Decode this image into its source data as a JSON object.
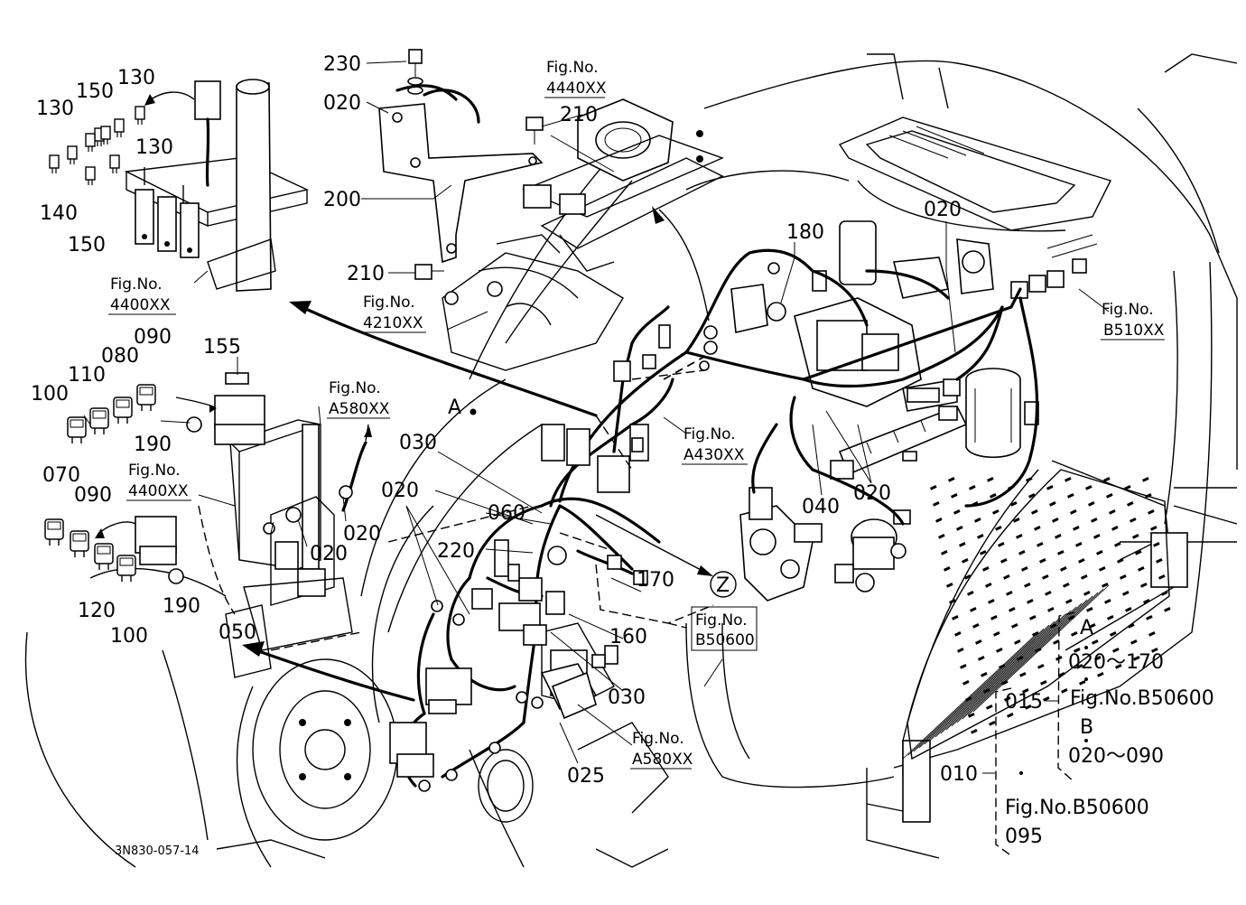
{
  "drawing_code": "3N830-057-14",
  "callouts": {
    "c130a": "130",
    "c130b": "130",
    "c130c": "130",
    "c150a": "150",
    "c150b": "150",
    "c140": "140",
    "c230": "230",
    "c020_top": "020",
    "c200": "200",
    "c210a": "210",
    "c210b": "210",
    "c180": "180",
    "c020_tr": "020",
    "c155": "155",
    "c090a": "090",
    "c080": "080",
    "c110": "110",
    "c100a": "100",
    "c190a": "190",
    "c070": "070",
    "c090b": "090",
    "c120": "120",
    "c100b": "100",
    "c190b": "190",
    "c050": "050",
    "c020_m1": "020",
    "c020_m2": "020",
    "c030a": "030",
    "c020_m3": "020",
    "c060": "060",
    "c220": "220",
    "c170": "170",
    "c160": "160",
    "c030b": "030",
    "c025": "025",
    "c040": "040",
    "c020_m4": "020"
  },
  "view_markers": {
    "a": "A",
    "z": "Z"
  },
  "fig_refs": {
    "f4440": {
      "prefix": "Fig.No.",
      "code": "4440XX"
    },
    "f4400a": {
      "prefix": "Fig.No.",
      "code": "4400XX"
    },
    "f4210": {
      "prefix": "Fig.No.",
      "code": "4210XX"
    },
    "fB510": {
      "prefix": "Fig.No.",
      "code": "B510XX"
    },
    "fA580a": {
      "prefix": "Fig.No.",
      "code": "A580XX"
    },
    "f4400b": {
      "prefix": "Fig.No.",
      "code": "4400XX"
    },
    "fA430": {
      "prefix": "Fig.No.",
      "code": "A430XX"
    },
    "fB50600": {
      "prefix": "Fig.No.",
      "code": "B50600"
    },
    "fA580b": {
      "prefix": "Fig.No.",
      "code": "A580XX"
    }
  },
  "structure_legend": {
    "l_a": "A",
    "l_a_range": "020～170",
    "l_015": "015",
    "l_fig1": "Fig.No.B50600",
    "l_b": "B",
    "l_b_range": "020～090",
    "l_010": "010",
    "l_fig2": "Fig.No.B50600",
    "l_095": "095"
  }
}
